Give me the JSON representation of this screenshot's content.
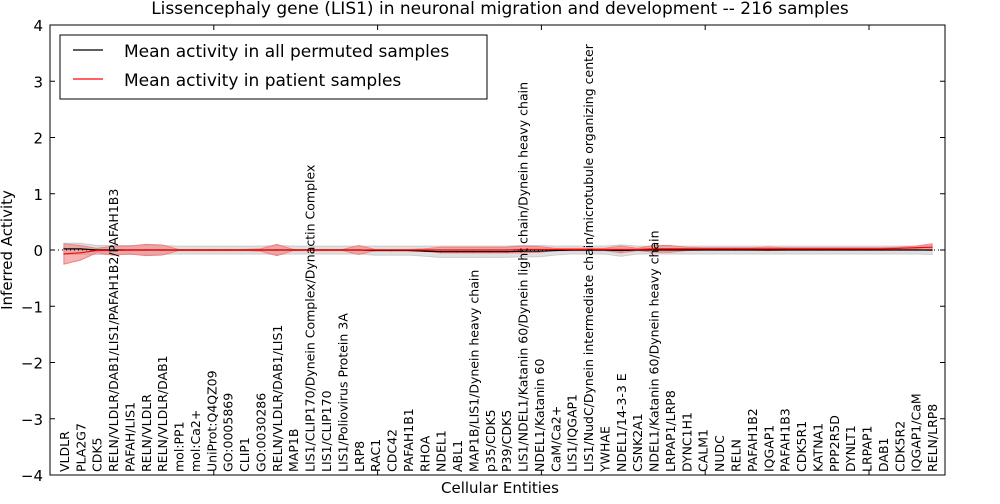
{
  "chart_data": {
    "type": "line",
    "title": "Lissencephaly gene (LIS1) in neuronal migration and development -- 216 samples",
    "xlabel": "Cellular Entities",
    "ylabel": "Inferred Activity",
    "ylim": [
      -4,
      4
    ],
    "yticks": [
      "4",
      "3",
      "2",
      "1",
      "0",
      "−1",
      "−2",
      "−3",
      "−4"
    ],
    "ytick_values": [
      4,
      3,
      2,
      1,
      0,
      -1,
      -2,
      -3,
      -4
    ],
    "grid": false,
    "legend_position": "top-left",
    "categories": [
      "VLDLR",
      "PLA2G7",
      "CDK5",
      "RELN/VLDLR/DAB1/LIS1/PAFAH1B2/PAFAH1B3",
      "PAFAH/LIS1",
      "RELN/VLDLR",
      "RELN/VLDLR/DAB1",
      "mol:PP1",
      "mol:Ca2+",
      "UniProt:Q4QZ09",
      "GO:0005869",
      "CLIP1",
      "GO:0030286",
      "RELN/VLDLR/DAB1/LIS1",
      "MAP1B",
      "LIS1/CLIP170/Dynein Complex/Dynactin Complex",
      "LIS1/CLIP170",
      "LIS1/Poliovirus Protein 3A",
      "LRP8",
      "RAC1",
      "CDC42",
      "PAFAH1B1",
      "RHOA",
      "NDEL1",
      "ABL1",
      "MAP1B/LIS1/Dynein heavy chain",
      "p35/CDK5",
      "P39/CDK5",
      "LIS1/NDEL1/Katanin 60/Dynein light chain/Dynein heavy chain",
      "NDEL1/Katanin 60",
      "CaM/Ca2+",
      "LIS1/IQGAP1",
      "LIS1/NudC/Dynein intermediate chain/microtubule organizing center",
      "YWHAE",
      "NDEL1/14-3-3 E",
      "CSNK2A1",
      "NDEL1/Katanin 60/Dynein heavy chain",
      "LRPAP1/LRP8",
      "DYNC1H1",
      "CALM1",
      "NUDC",
      "RELN",
      "PAFAH1B2",
      "IQGAP1",
      "PAFAH1B3",
      "CDK5R1",
      "KATNA1",
      "PPP2R5D",
      "DYNLT1",
      "LRPAP1",
      "DAB1",
      "CDK5R2",
      "IQGAP1/CaM",
      "RELN/LRP8"
    ],
    "series": [
      {
        "name": "Mean activity in all permuted samples",
        "color": "#000000",
        "band_color": "#cccccc",
        "values": [
          0.02,
          0.02,
          0,
          0,
          0,
          0,
          0,
          0,
          0,
          0,
          0,
          0,
          0,
          0,
          0,
          0,
          0,
          0,
          0,
          -0.01,
          -0.01,
          -0.01,
          -0.02,
          -0.03,
          -0.03,
          -0.03,
          -0.03,
          -0.03,
          -0.02,
          -0.02,
          -0.01,
          0,
          0,
          0,
          -0.01,
          0,
          0,
          0,
          0,
          0,
          0,
          0,
          0,
          0,
          0,
          0,
          0,
          0,
          0,
          0,
          0,
          0,
          0,
          0
        ],
        "band_halfwidth": [
          0.1,
          0.1,
          0.08,
          0.08,
          0.08,
          0.08,
          0.08,
          0.07,
          0.07,
          0.07,
          0.07,
          0.07,
          0.07,
          0.08,
          0.07,
          0.07,
          0.07,
          0.07,
          0.07,
          0.08,
          0.08,
          0.08,
          0.09,
          0.1,
          0.1,
          0.1,
          0.1,
          0.1,
          0.1,
          0.1,
          0.08,
          0.07,
          0.07,
          0.07,
          0.1,
          0.07,
          0.07,
          0.07,
          0.07,
          0.07,
          0.07,
          0.07,
          0.07,
          0.07,
          0.07,
          0.07,
          0.07,
          0.07,
          0.07,
          0.07,
          0.07,
          0.07,
          0.07,
          0.08
        ]
      },
      {
        "name": "Mean activity in patient samples",
        "color": "#ff0000",
        "band_color": "#f08080",
        "values": [
          -0.07,
          -0.05,
          -0.01,
          -0.01,
          0,
          0,
          0,
          0,
          0,
          0,
          0,
          0,
          0,
          0,
          0,
          0,
          0,
          0,
          0,
          0,
          0,
          0,
          0,
          0,
          0,
          0,
          0,
          0,
          0.01,
          0.01,
          0.01,
          0.01,
          0.01,
          0.01,
          0.01,
          0.01,
          0.02,
          0.02,
          0.02,
          0.02,
          0.02,
          0.02,
          0.02,
          0.02,
          0.02,
          0.02,
          0.02,
          0.02,
          0.02,
          0.02,
          0.02,
          0.03,
          0.04,
          0.05
        ],
        "band_halfwidth": [
          0.18,
          0.13,
          0.04,
          0.08,
          0.07,
          0.1,
          0.09,
          0.01,
          0.01,
          0.01,
          0.01,
          0.01,
          0.02,
          0.1,
          0.01,
          0.01,
          0.01,
          0.01,
          0.08,
          0.01,
          0.01,
          0.01,
          0.02,
          0.05,
          0.05,
          0.05,
          0.05,
          0.05,
          0.06,
          0.05,
          0.02,
          0.02,
          0.02,
          0.02,
          0.06,
          0.02,
          0.06,
          0.06,
          0.03,
          0.02,
          0.02,
          0.02,
          0.02,
          0.03,
          0.02,
          0.02,
          0.02,
          0.02,
          0.02,
          0.02,
          0.02,
          0.02,
          0.03,
          0.06
        ]
      }
    ]
  }
}
